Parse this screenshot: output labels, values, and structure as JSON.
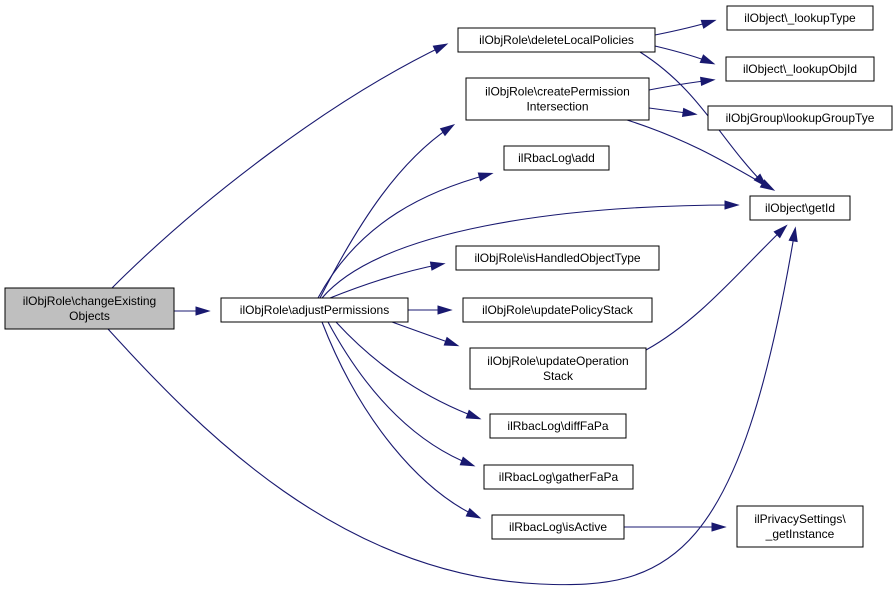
{
  "diagram": {
    "nodes": [
      {
        "id": "root",
        "lines": [
          "ilObjRole\\changeExisting",
          "Objects"
        ],
        "highlighted": true
      },
      {
        "id": "adjust",
        "lines": [
          "ilObjRole\\adjustPermissions"
        ]
      },
      {
        "id": "deleteLocal",
        "lines": [
          "ilObjRole\\deleteLocalPolicies"
        ]
      },
      {
        "id": "createPerm",
        "lines": [
          "ilObjRole\\createPermission",
          "Intersection"
        ]
      },
      {
        "id": "rbacAdd",
        "lines": [
          "ilRbacLog\\add"
        ]
      },
      {
        "id": "isHandled",
        "lines": [
          "ilObjRole\\isHandledObjectType"
        ]
      },
      {
        "id": "updatePolicy",
        "lines": [
          "ilObjRole\\updatePolicyStack"
        ]
      },
      {
        "id": "updateOp",
        "lines": [
          "ilObjRole\\updateOperation",
          "Stack"
        ]
      },
      {
        "id": "diffFaPa",
        "lines": [
          "ilRbacLog\\diffFaPa"
        ]
      },
      {
        "id": "gatherFaPa",
        "lines": [
          "ilRbacLog\\gatherFaPa"
        ]
      },
      {
        "id": "isActive",
        "lines": [
          "ilRbacLog\\isActive"
        ]
      },
      {
        "id": "lookupType",
        "lines": [
          "ilObject\\_lookupType"
        ]
      },
      {
        "id": "lookupObjId",
        "lines": [
          "ilObject\\_lookupObjId"
        ]
      },
      {
        "id": "lookupGroup",
        "lines": [
          "ilObjGroup\\lookupGroupTye"
        ]
      },
      {
        "id": "getId",
        "lines": [
          "ilObject\\getId"
        ]
      },
      {
        "id": "privacy",
        "lines": [
          "ilPrivacySettings\\",
          "_getInstance"
        ]
      }
    ],
    "edges": [
      {
        "from": "root",
        "to": "adjust"
      },
      {
        "from": "root",
        "to": "deleteLocal"
      },
      {
        "from": "root",
        "to": "getId"
      },
      {
        "from": "adjust",
        "to": "createPerm"
      },
      {
        "from": "adjust",
        "to": "rbacAdd"
      },
      {
        "from": "adjust",
        "to": "getId"
      },
      {
        "from": "adjust",
        "to": "isHandled"
      },
      {
        "from": "adjust",
        "to": "updatePolicy"
      },
      {
        "from": "adjust",
        "to": "updateOp"
      },
      {
        "from": "adjust",
        "to": "diffFaPa"
      },
      {
        "from": "adjust",
        "to": "gatherFaPa"
      },
      {
        "from": "adjust",
        "to": "isActive"
      },
      {
        "from": "deleteLocal",
        "to": "lookupType"
      },
      {
        "from": "deleteLocal",
        "to": "lookupObjId"
      },
      {
        "from": "deleteLocal",
        "to": "getId"
      },
      {
        "from": "createPerm",
        "to": "lookupObjId"
      },
      {
        "from": "createPerm",
        "to": "lookupGroup"
      },
      {
        "from": "createPerm",
        "to": "getId"
      },
      {
        "from": "updateOp",
        "to": "getId"
      },
      {
        "from": "isActive",
        "to": "privacy"
      }
    ]
  }
}
